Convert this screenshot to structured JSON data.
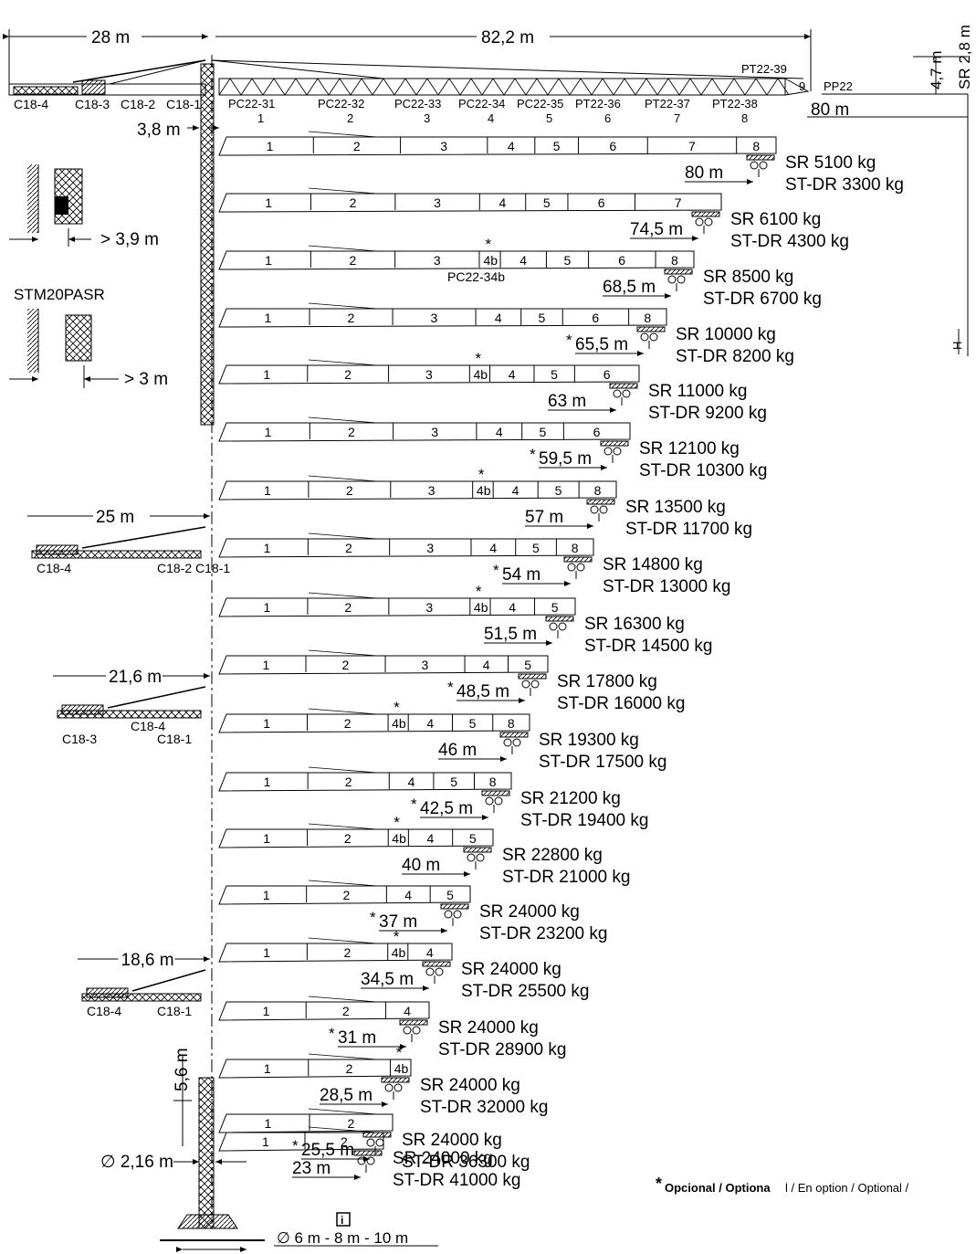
{
  "top_dims": {
    "counter_jib": "28 m",
    "jib": "82,2 m",
    "top_height": "4,7 m",
    "sr_height": "SR 2,8 m",
    "max_reach": "80 m"
  },
  "counter_jib_labels": [
    "C18-4",
    "C18-3",
    "C18-2",
    "C18-1"
  ],
  "jib_section_codes": [
    "PC22-31",
    "PC22-32",
    "PC22-33",
    "PC22-34",
    "PC22-35",
    "PT22-36",
    "PT22-37",
    "PT22-38"
  ],
  "jib_section_numbers": [
    "1",
    "2",
    "3",
    "4",
    "5",
    "6",
    "7",
    "8"
  ],
  "tip_labels": {
    "tip_section": "PT22-39",
    "tip_num": "9",
    "pp": "PP22"
  },
  "pc22_34b": "PC22-34b",
  "side_labels": {
    "offset_3_8": "3,8 m",
    "dist_3_9": "> 3,9 m",
    "stm": "STM20PASR",
    "dist_3": "> 3 m",
    "h": "H"
  },
  "counterweight_views": [
    {
      "dim": "25 m",
      "labels": [
        "C18-4",
        "C18-2 C18-1"
      ]
    },
    {
      "dim": "21,6 m",
      "labels": [
        "C18-3",
        "C18-4",
        "C18-1"
      ]
    },
    {
      "dim": "18,6 m",
      "labels": [
        "C18-4",
        "C18-1"
      ]
    }
  ],
  "bottom": {
    "mast_top": "5,6 m",
    "mast_width": "∅ 2,16 m",
    "base": "∅ 6 m - 8 m - 10 m"
  },
  "footnote": {
    "star": "*",
    "bold": "Opcional / Optiona",
    "rest": "l / En option / Optional /"
  },
  "configs": [
    {
      "radius": "80 m",
      "optional": false,
      "sr": "SR  5100 kg",
      "stdr": "ST-DR 3300 kg",
      "segments": [
        "1",
        "2",
        "3",
        "4",
        "5",
        "6",
        "7",
        "8"
      ]
    },
    {
      "radius": "74,5 m",
      "optional": false,
      "sr": "SR  6100 kg",
      "stdr": "ST-DR 4300 kg",
      "segments": [
        "1",
        "2",
        "3",
        "4",
        "5",
        "6",
        "7"
      ]
    },
    {
      "radius": "68,5 m",
      "optional": false,
      "sr": "SR 8500 kg",
      "stdr": "ST-DR 6700 kg",
      "segments": [
        "1",
        "2",
        "3",
        "4b",
        "4",
        "5",
        "6",
        "8"
      ]
    },
    {
      "radius": "65,5 m",
      "optional": true,
      "sr": "SR 10000 kg",
      "stdr": "ST-DR 8200 kg",
      "segments": [
        "1",
        "2",
        "3",
        "4",
        "5",
        "6",
        "8"
      ]
    },
    {
      "radius": "63 m",
      "optional": false,
      "sr": "SR 11000 kg",
      "stdr": "ST-DR 9200 kg",
      "segments": [
        "1",
        "2",
        "3",
        "4b",
        "4",
        "5",
        "6"
      ]
    },
    {
      "radius": "59,5 m",
      "optional": true,
      "sr": "SR 12100 kg",
      "stdr": "ST-DR 10300 kg",
      "segments": [
        "1",
        "2",
        "3",
        "4",
        "5",
        "6"
      ]
    },
    {
      "radius": "57 m",
      "optional": false,
      "sr": "SR 13500 kg",
      "stdr": "ST-DR 11700 kg",
      "segments": [
        "1",
        "2",
        "3",
        "4b",
        "4",
        "5",
        "8"
      ]
    },
    {
      "radius": "54 m",
      "optional": true,
      "sr": "SR 14800 kg",
      "stdr": "ST-DR 13000 kg",
      "segments": [
        "1",
        "2",
        "3",
        "4",
        "5",
        "8"
      ]
    },
    {
      "radius": "51,5 m",
      "optional": false,
      "sr": "SR 16300 kg",
      "stdr": "ST-DR 14500 kg",
      "segments": [
        "1",
        "2",
        "3",
        "4b",
        "4",
        "5"
      ]
    },
    {
      "radius": "48,5 m",
      "optional": true,
      "sr": "SR 17800 kg",
      "stdr": "ST-DR 16000 kg",
      "segments": [
        "1",
        "2",
        "3",
        "4",
        "5"
      ]
    },
    {
      "radius": "46 m",
      "optional": false,
      "sr": "SR 19300 kg",
      "stdr": "ST-DR 17500 kg",
      "segments": [
        "1",
        "2",
        "4b",
        "4",
        "5",
        "8"
      ]
    },
    {
      "radius": "42,5 m",
      "optional": true,
      "sr": "SR 21200 kg",
      "stdr": "ST-DR 19400 kg",
      "segments": [
        "1",
        "2",
        "4",
        "5",
        "8"
      ]
    },
    {
      "radius": "40 m",
      "optional": false,
      "sr": "SR 22800 kg",
      "stdr": "ST-DR 21000 kg",
      "segments": [
        "1",
        "2",
        "4b",
        "4",
        "5"
      ]
    },
    {
      "radius": "37 m",
      "optional": true,
      "sr": "SR 24000 kg",
      "stdr": "ST-DR 23200 kg",
      "segments": [
        "1",
        "2",
        "4",
        "5"
      ]
    },
    {
      "radius": "34,5 m",
      "optional": false,
      "sr": "SR 24000 kg",
      "stdr": "ST-DR 25500 kg",
      "segments": [
        "1",
        "2",
        "4b",
        "4"
      ]
    },
    {
      "radius": "31 m",
      "optional": true,
      "sr": "SR 24000 kg",
      "stdr": "ST-DR 28900 kg",
      "segments": [
        "1",
        "2",
        "4"
      ]
    },
    {
      "radius": "28,5 m",
      "optional": false,
      "sr": "SR 24000 kg",
      "stdr": "ST-DR 32000 kg",
      "segments": [
        "1",
        "2",
        "4b"
      ]
    },
    {
      "radius": "25,5 m",
      "optional": true,
      "sr": "SR 24000 kg",
      "stdr": "ST-DR 36300 kg",
      "segments": [
        "1",
        "2"
      ]
    },
    {
      "radius": "23 m",
      "optional": false,
      "sr": "SR 24000 kg",
      "stdr": "ST-DR 41000 kg",
      "segments": [
        "1",
        "2"
      ]
    }
  ]
}
